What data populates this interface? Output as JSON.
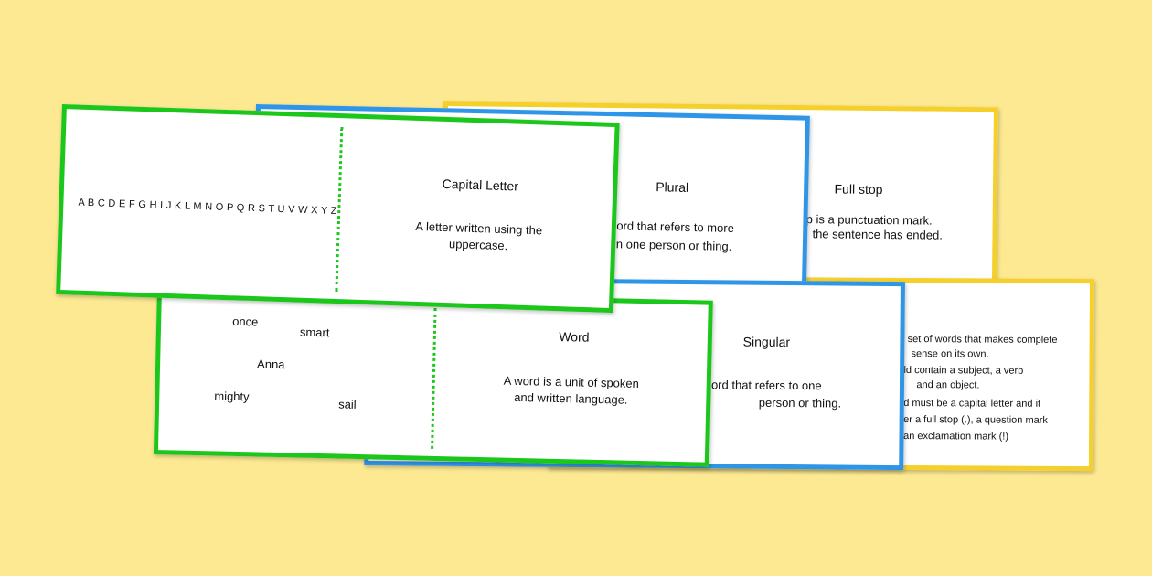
{
  "colors": {
    "background": "#fde992",
    "yellow": "#f5cf2a",
    "blue": "#2f95e6",
    "green": "#1cc71c"
  },
  "cards": {
    "full_stop": {
      "title": "Full stop",
      "lines": [
        "p is a punctuation mark.",
        "the sentence has ended."
      ]
    },
    "sentence": {
      "lines": [
        "set of words that makes complete",
        "sense on its own.",
        "ld contain a subject, a verb",
        "and an object.",
        "d must be a capital letter and it",
        "er a full stop (.), a question mark",
        "an exclamation mark (!)"
      ]
    },
    "plural": {
      "title": "Plural",
      "lines": [
        "ord that refers to more",
        "n one person or thing."
      ]
    },
    "singular": {
      "title": "Singular",
      "lines": [
        "ord that refers to one",
        "person or thing."
      ]
    },
    "capital_letter": {
      "example": "A B C D E F G H I J K L M N O P Q R S T U V W X Y Z",
      "title": "Capital Letter",
      "lines": [
        "A letter written using the",
        "uppercase."
      ]
    },
    "word": {
      "examples": [
        "once",
        "smart",
        "Anna",
        "mighty",
        "sail"
      ],
      "title": "Word",
      "lines": [
        "A word is a unit of spoken",
        "and written language."
      ]
    }
  }
}
